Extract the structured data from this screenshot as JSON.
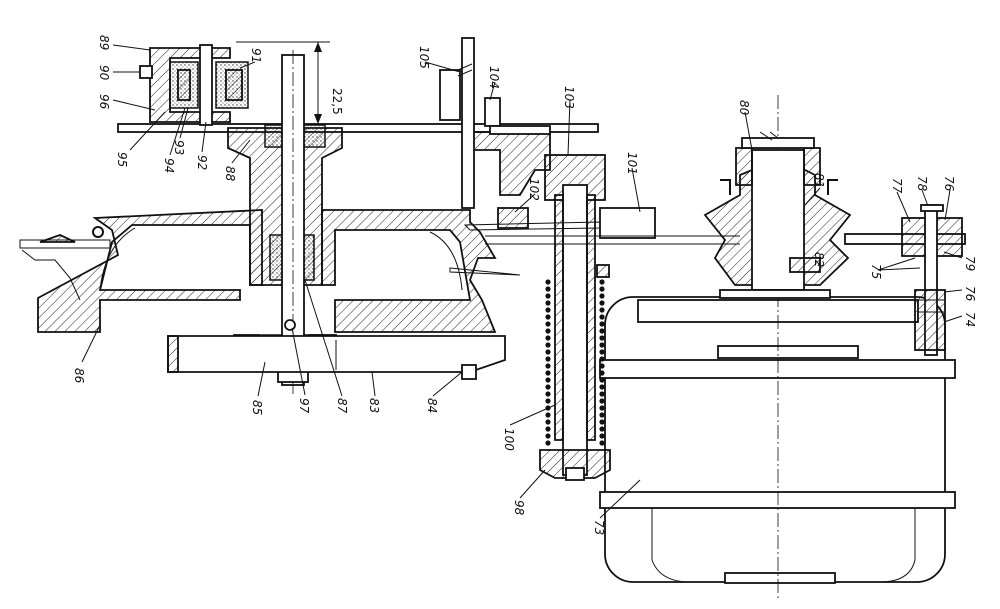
{
  "title": "",
  "dimension": {
    "value": "22,5"
  },
  "labels": {
    "l89": "89",
    "l90": "90",
    "l96": "96",
    "l91": "91",
    "l95": "95",
    "l94": "94",
    "l93": "93",
    "l92": "92",
    "l88": "88",
    "l105": "105",
    "l104": "104",
    "l103": "103",
    "l102": "102",
    "l101": "101",
    "l80": "80",
    "l81": "81",
    "l82": "82",
    "l77": "77",
    "l78": "78",
    "l76a": "76",
    "l75": "75",
    "l79": "79",
    "l76b": "76",
    "l74": "74",
    "l86": "86",
    "l85": "85",
    "l97": "97",
    "l87": "87",
    "l83": "83",
    "l84": "84",
    "l100": "100",
    "l98": "98",
    "l73": "73"
  }
}
